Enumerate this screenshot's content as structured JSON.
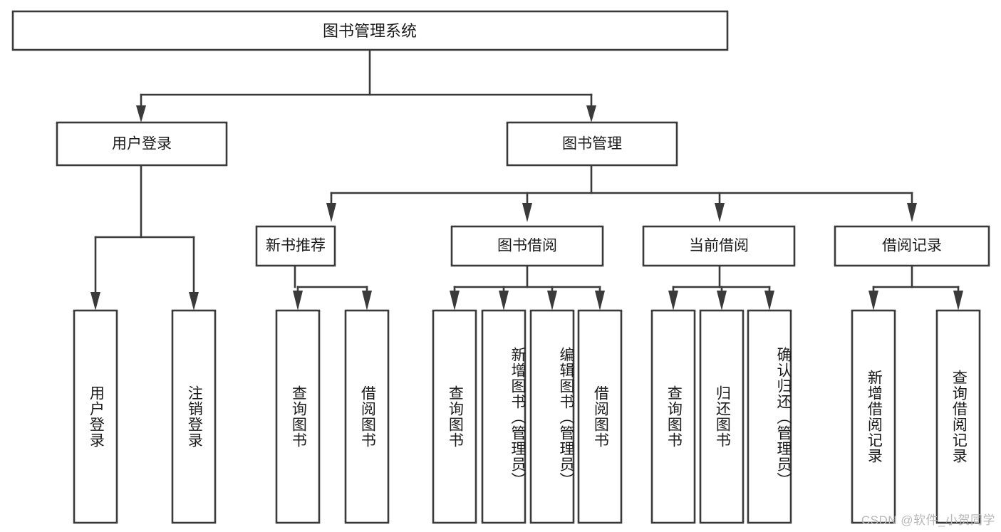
{
  "diagram": {
    "type": "tree-hierarchy",
    "title": "图书管理系统",
    "watermark": "CSDN @软件_小贺同学",
    "colors": {
      "stroke": "#3a3a3a",
      "fill": "#ffffff",
      "text": "#1a1a1a",
      "watermark": "#b8b8b8",
      "background": "#ffffff"
    },
    "root": {
      "label": "图书管理系统",
      "level": 0
    },
    "level1": [
      {
        "label": "用户登录"
      },
      {
        "label": "图书管理"
      }
    ],
    "level2": [
      {
        "label": "新书推荐"
      },
      {
        "label": "图书借阅"
      },
      {
        "label": "当前借阅"
      },
      {
        "label": "借阅记录"
      }
    ],
    "leaves": {
      "user_login": [
        {
          "label": "用户登录"
        },
        {
          "label": "注销登录"
        }
      ],
      "new_book_recommend": [
        {
          "label": "查询图书"
        },
        {
          "label": "借阅图书"
        }
      ],
      "book_borrow": [
        {
          "label": "查询图书"
        },
        {
          "label": "新增图书（管理员）"
        },
        {
          "label": "编辑图书（管理员）"
        },
        {
          "label": "借阅图书"
        }
      ],
      "current_borrow": [
        {
          "label": "查询图书"
        },
        {
          "label": "归还图书"
        },
        {
          "label": "确认归还（管理员）"
        }
      ],
      "borrow_record": [
        {
          "label": "新增借阅记录"
        },
        {
          "label": "查询借阅记录"
        }
      ]
    }
  }
}
